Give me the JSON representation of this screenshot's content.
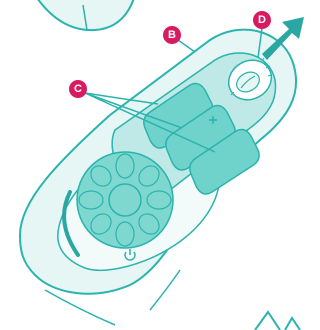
{
  "labels": {
    "b": "B",
    "c": "C",
    "d": "D"
  },
  "icons": {
    "power": "power-icon",
    "plus": "plus-sign",
    "arrow": "arrow-up-right-icon"
  },
  "colors": {
    "line": "#2bb3ad",
    "fill_light": "#e6f6f5",
    "fill_mid": "#bfe9e6",
    "fill_dark": "#5ccfc7",
    "battery": "#6fd3cb",
    "label_bg": "#d81b60",
    "arrow": "#2aa6a3"
  }
}
